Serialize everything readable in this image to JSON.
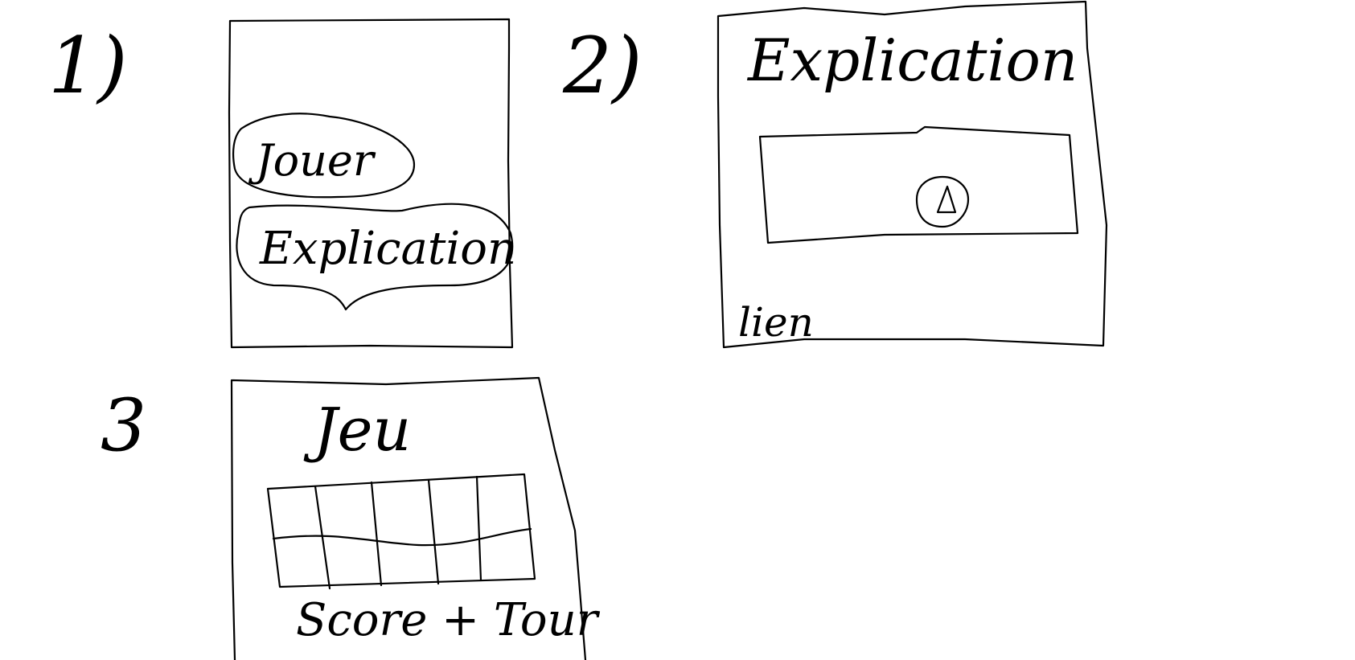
{
  "screens": [
    {
      "number": "1)",
      "buttons": [
        "Jouer",
        "Explication"
      ]
    },
    {
      "number": "2)",
      "title": "Explication",
      "footer": "lien"
    },
    {
      "number": "3",
      "title": "Jeu",
      "footer": "Score + Tour",
      "grid": {
        "rows": 2,
        "cols": 5
      }
    }
  ]
}
